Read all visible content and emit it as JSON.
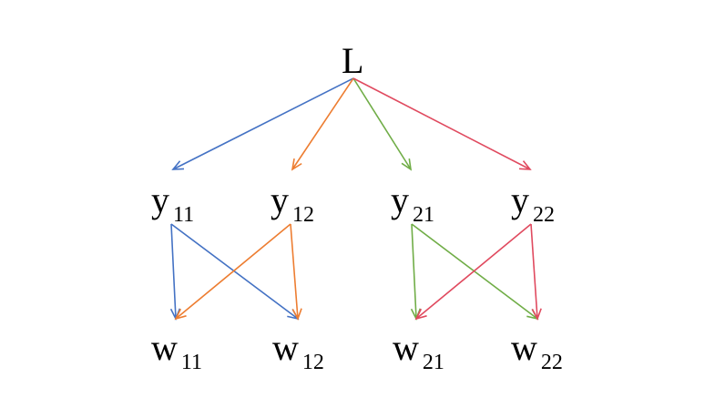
{
  "nodes": {
    "L": {
      "label": "L"
    },
    "y11": {
      "label": "y",
      "sub": "11"
    },
    "y12": {
      "label": "y",
      "sub": "12"
    },
    "y21": {
      "label": "y",
      "sub": "21"
    },
    "y22": {
      "label": "y",
      "sub": "22"
    },
    "w11": {
      "label": "w",
      "sub": "11"
    },
    "w12": {
      "label": "w",
      "sub": "12"
    },
    "w21": {
      "label": "w",
      "sub": "21"
    },
    "w22": {
      "label": "w",
      "sub": "22"
    }
  },
  "colors": {
    "blue": "#4472C4",
    "orange": "#ED7D31",
    "green": "#70AD47",
    "red": "#E04A5F"
  },
  "edges": [
    {
      "from": "L",
      "to": "y11",
      "color": "blue"
    },
    {
      "from": "L",
      "to": "y12",
      "color": "orange"
    },
    {
      "from": "L",
      "to": "y21",
      "color": "green"
    },
    {
      "from": "L",
      "to": "y22",
      "color": "red"
    },
    {
      "from": "y11",
      "to": "w11",
      "color": "blue"
    },
    {
      "from": "y11",
      "to": "w12",
      "color": "blue"
    },
    {
      "from": "y12",
      "to": "w11",
      "color": "orange"
    },
    {
      "from": "y12",
      "to": "w12",
      "color": "orange"
    },
    {
      "from": "y21",
      "to": "w21",
      "color": "green"
    },
    {
      "from": "y21",
      "to": "w22",
      "color": "green"
    },
    {
      "from": "y22",
      "to": "w21",
      "color": "red"
    },
    {
      "from": "y22",
      "to": "w22",
      "color": "red"
    }
  ]
}
